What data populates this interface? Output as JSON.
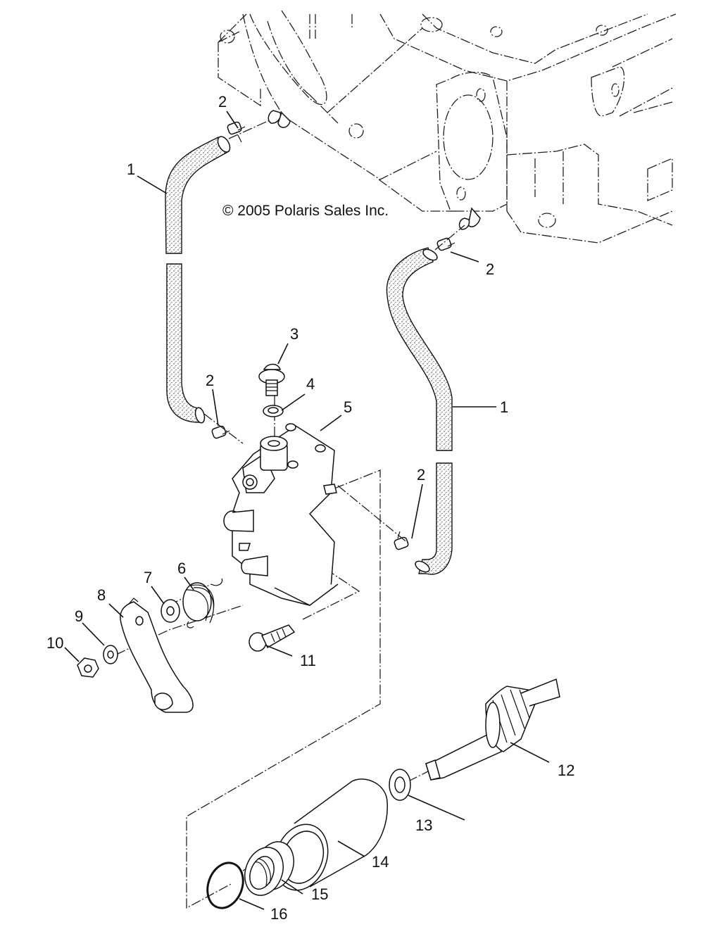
{
  "diagram": {
    "title": "Oil pump and hose assembly exploded parts diagram",
    "copyright": "© 2005 Polaris Sales Inc.",
    "callouts": [
      {
        "id": "1",
        "label": "1",
        "part": "oil-hose-left"
      },
      {
        "id": "1",
        "label": "1",
        "part": "oil-hose-right"
      },
      {
        "id": "2",
        "label": "2",
        "part": "hose-clamp-top-left"
      },
      {
        "id": "2",
        "label": "2",
        "part": "hose-clamp-top-right"
      },
      {
        "id": "2",
        "label": "2",
        "part": "hose-clamp-pump-left"
      },
      {
        "id": "2",
        "label": "2",
        "part": "hose-clamp-pump-right"
      },
      {
        "id": "3",
        "label": "3",
        "part": "bleed-screw"
      },
      {
        "id": "4",
        "label": "4",
        "part": "sealing-washer"
      },
      {
        "id": "5",
        "label": "5",
        "part": "oil-pump"
      },
      {
        "id": "6",
        "label": "6",
        "part": "return-spring"
      },
      {
        "id": "7",
        "label": "7",
        "part": "washer"
      },
      {
        "id": "8",
        "label": "8",
        "part": "pump-lever"
      },
      {
        "id": "9",
        "label": "9",
        "part": "lock-washer"
      },
      {
        "id": "10",
        "label": "10",
        "part": "nut"
      },
      {
        "id": "11",
        "label": "11",
        "part": "mounting-bolt"
      },
      {
        "id": "12",
        "label": "12",
        "part": "drive-gear-shaft"
      },
      {
        "id": "13",
        "label": "13",
        "part": "thrust-washer"
      },
      {
        "id": "14",
        "label": "14",
        "part": "bushing-sleeve"
      },
      {
        "id": "15",
        "label": "15",
        "part": "seal"
      },
      {
        "id": "16",
        "label": "16",
        "part": "snap-ring"
      }
    ]
  }
}
